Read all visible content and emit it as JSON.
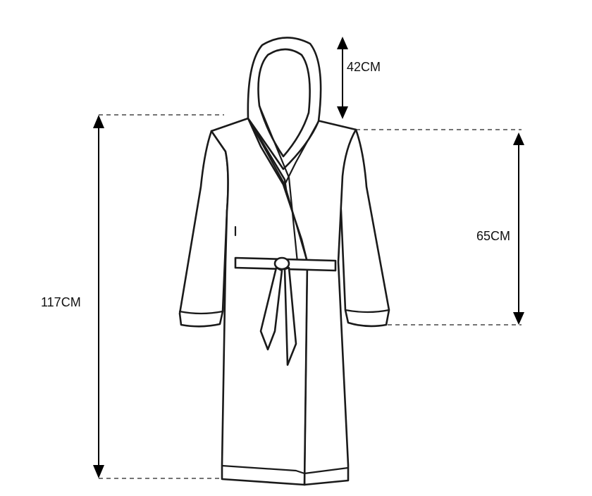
{
  "measurements": {
    "hood": {
      "label": "42CM"
    },
    "sleeve": {
      "label": "65CM"
    },
    "length": {
      "label": "117CM"
    }
  }
}
